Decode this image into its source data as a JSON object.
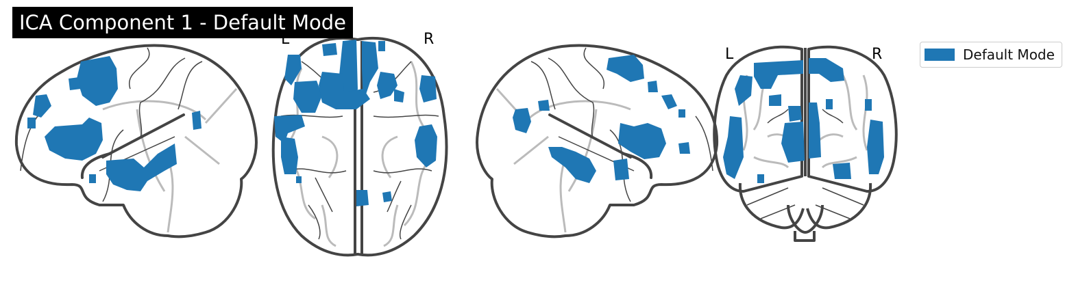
{
  "title": "ICA Component 1 - Default Mode",
  "orientation_labels": {
    "axial_left": "L",
    "axial_right": "R",
    "coronal_left": "L",
    "coronal_right": "R"
  },
  "legend": {
    "label": "Default Mode",
    "color": "#1f77b4"
  },
  "colors": {
    "activation": "#1f77b4",
    "brain_outline": "#444444",
    "sulci": "#bbbbbb",
    "background": "#ffffff"
  },
  "views": [
    {
      "name": "sagittal-left",
      "view": "sagittal"
    },
    {
      "name": "axial",
      "view": "axial"
    },
    {
      "name": "sagittal-right",
      "view": "sagittal"
    },
    {
      "name": "coronal",
      "view": "coronal"
    }
  ]
}
